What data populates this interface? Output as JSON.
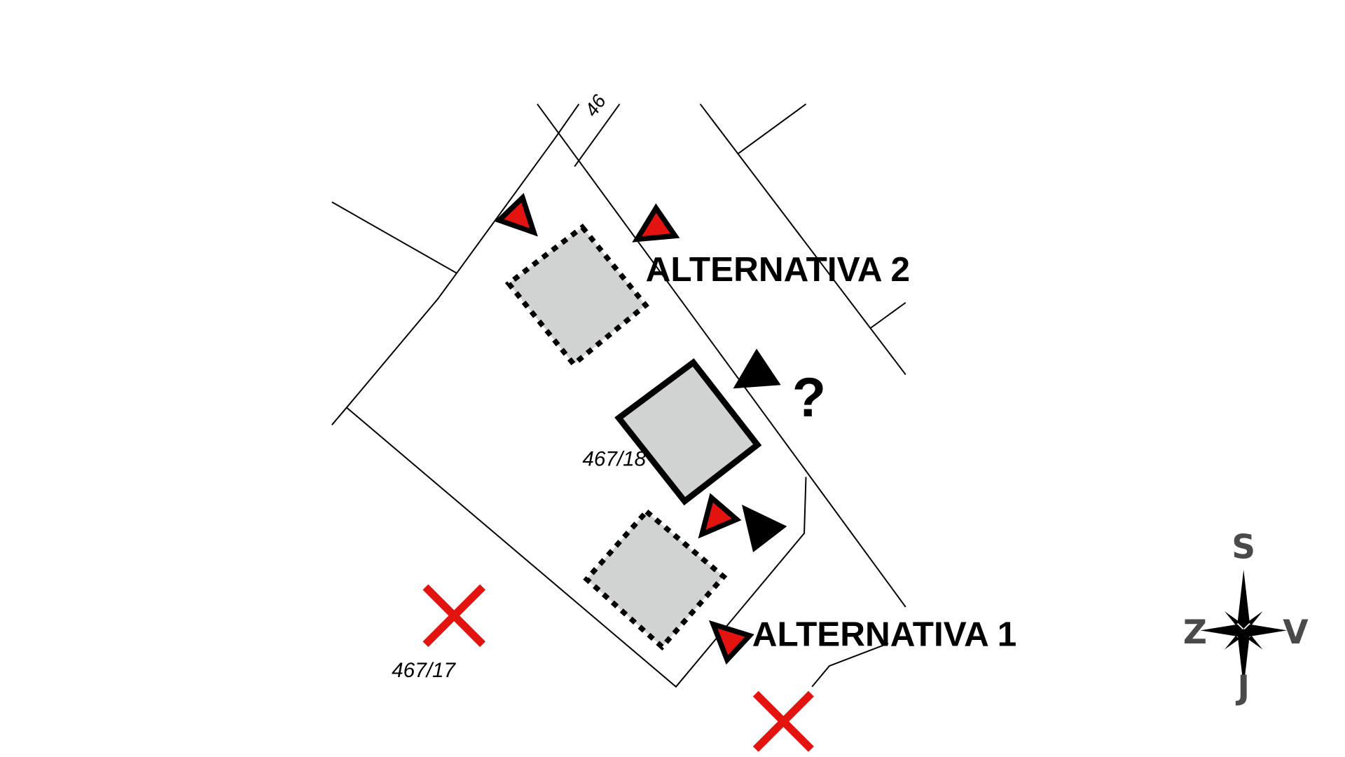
{
  "labels": {
    "alt2": "ALTERNATIVA 2",
    "alt1": "ALTERNATIVA 1",
    "question": "?"
  },
  "parcels": {
    "p18": "467/18",
    "p17": "467/17",
    "p_top": "46"
  },
  "compass": {
    "north": "S",
    "south": "J",
    "west": "Z",
    "east": "V"
  },
  "colors": {
    "red": "#e3140f",
    "building": "#d0d3d2",
    "text": "#000000",
    "compass_text": "#4a4a4a"
  }
}
